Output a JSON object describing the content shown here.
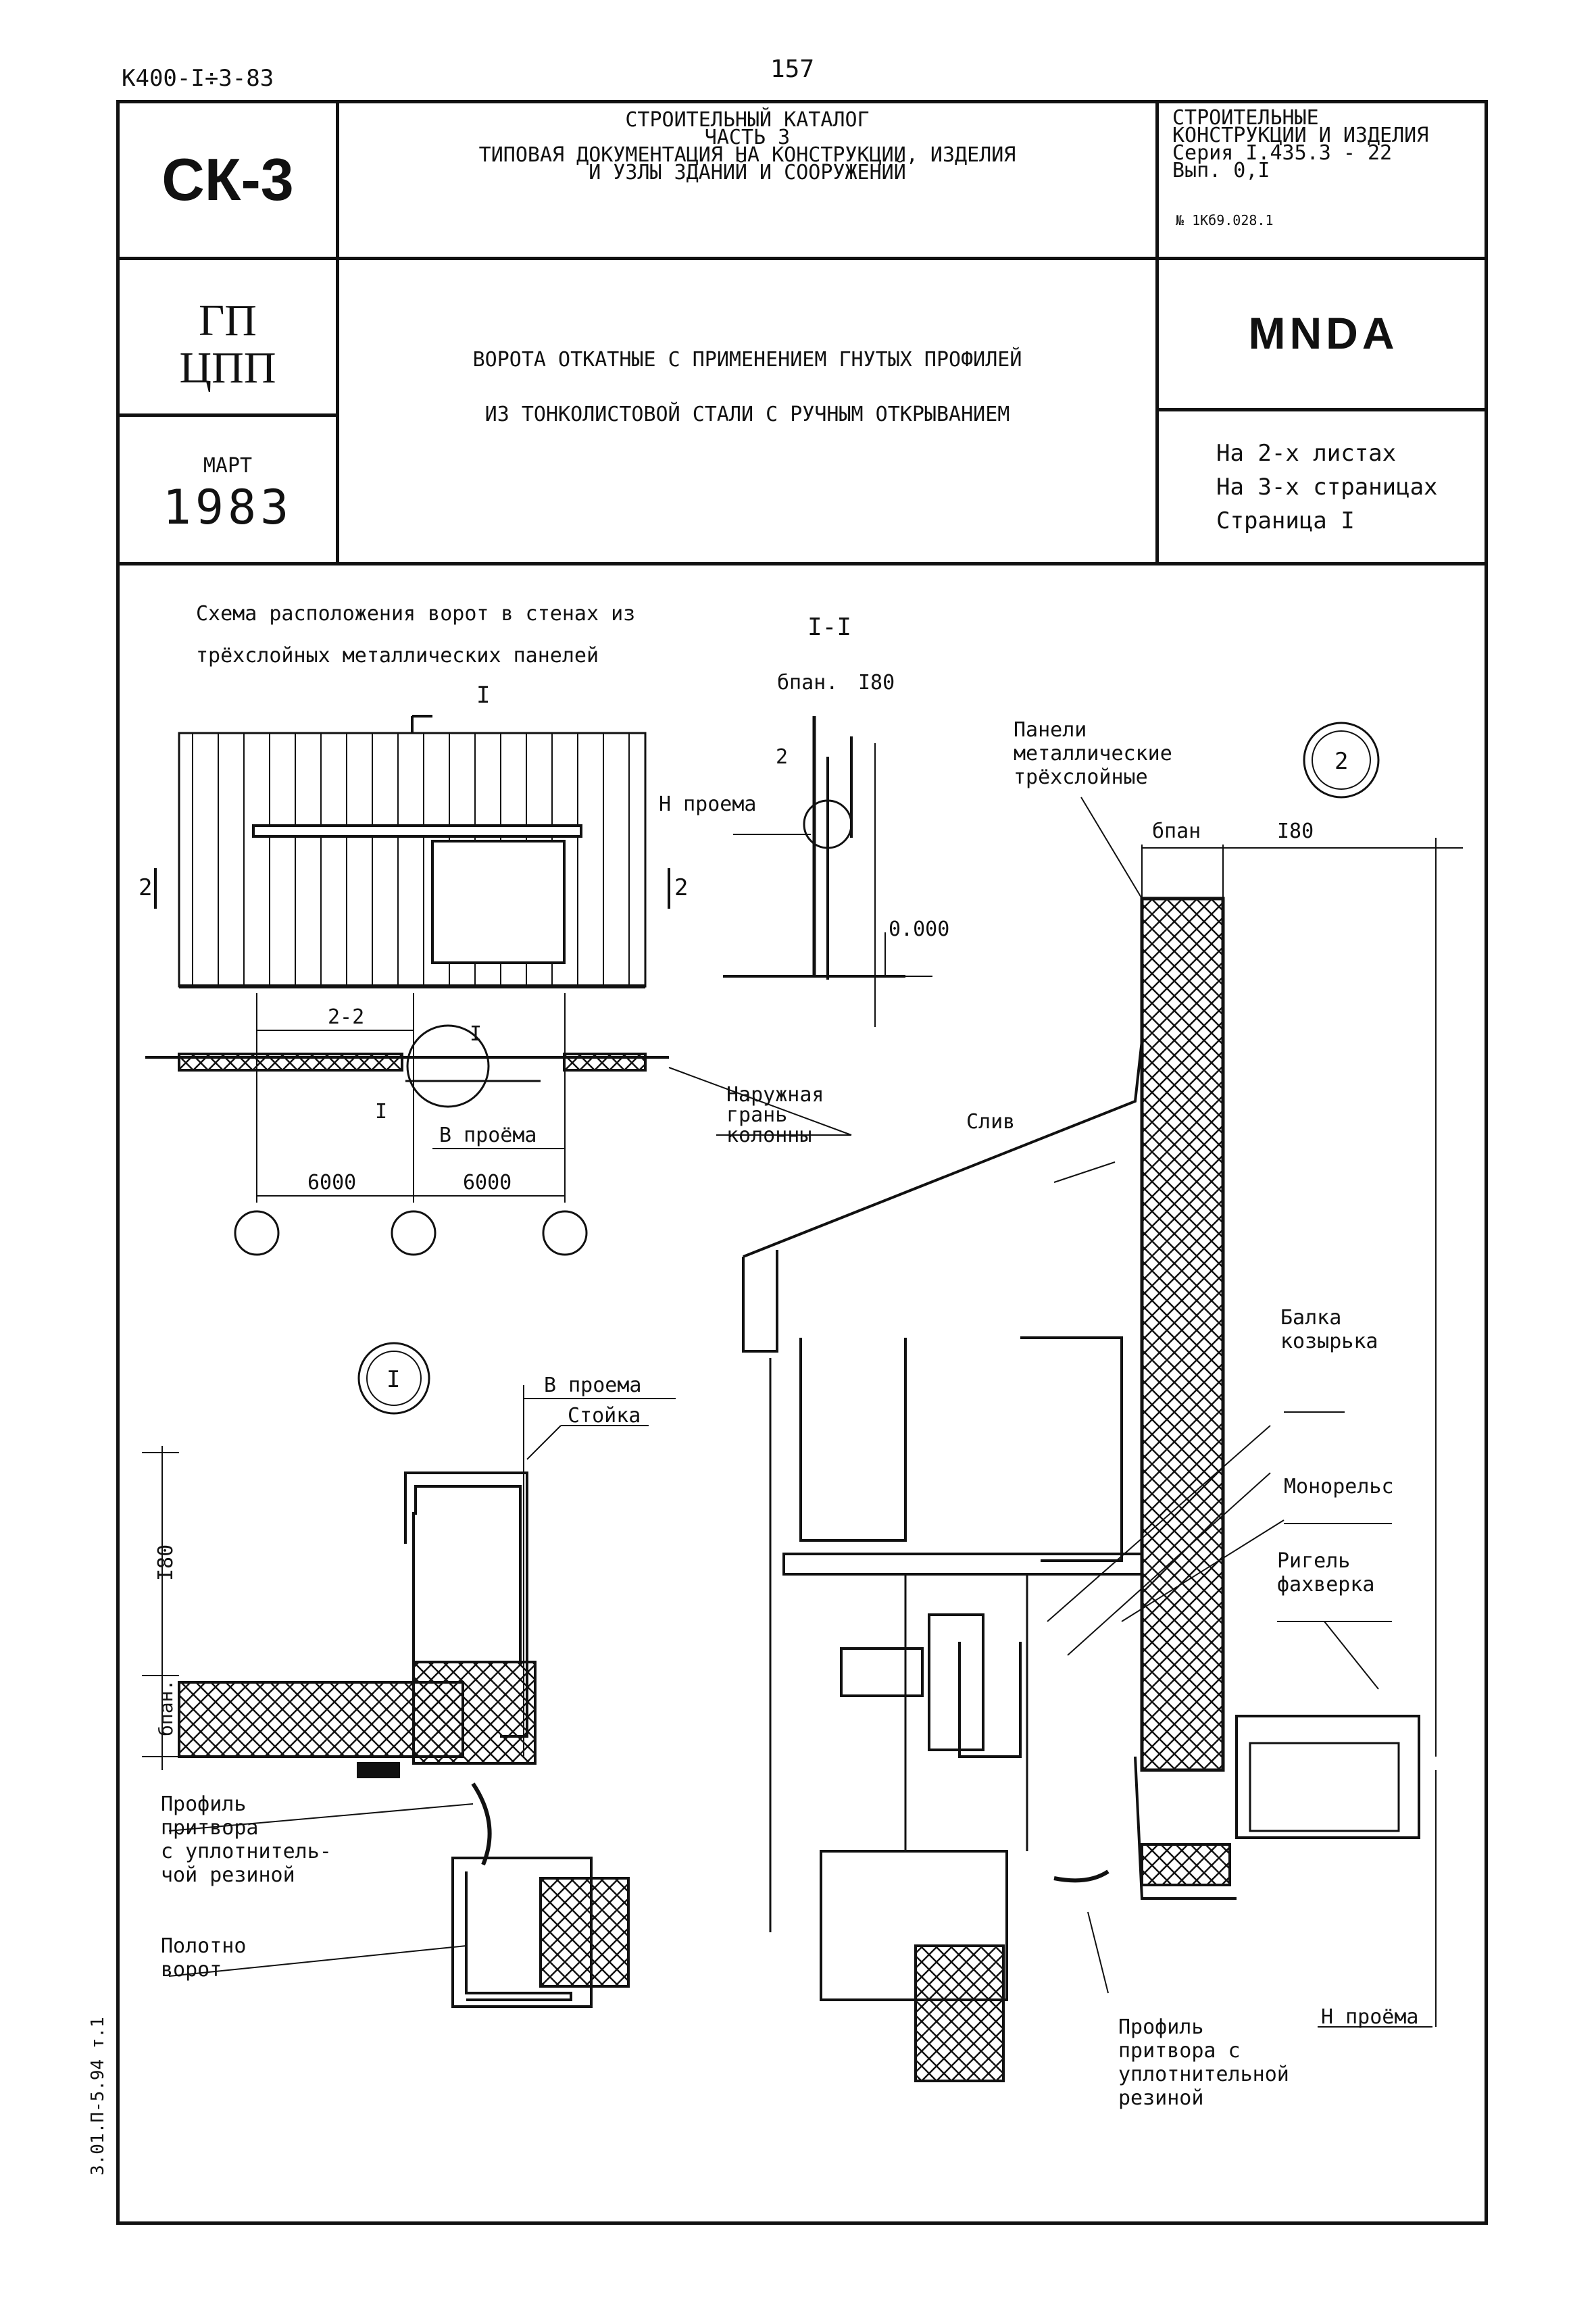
{
  "header": {
    "doc_code": "К400-I÷3-83",
    "page_number": "157"
  },
  "title_block": {
    "catalog_mark": "СК-3",
    "catalog_lines": [
      "СТРОИТЕЛЬНЫЙ КАТАЛОГ",
      "ЧАСТЬ 3",
      "ТИПОВАЯ ДОКУМЕНТАЦИЯ НА КОНСТРУКЦИИ, ИЗДЕЛИЯ",
      "И УЗЛЫ ЗДАНИЙ И СООРУЖЕНИЙ"
    ],
    "series_lines": [
      "СТРОИТЕЛЬНЫЕ",
      "КОНСТРУКЦИИ И ИЗДЕЛИЯ",
      "Серия I.435.3 - 22",
      "Вып. 0,I"
    ],
    "series_small": "№ 1Кб9.028.1",
    "org_line1": "ГП",
    "org_line2": "ЦПП",
    "month": "МАРТ",
    "year": "1983",
    "doc_title_line1": "ВОРОТА ОТКАТНЫЕ С ПРИМЕНЕНИЕМ ГНУТЫХ ПРОФИЛЕЙ",
    "doc_title_line2": "ИЗ ТОНКОЛИСТОВОЙ СТАЛИ С РУЧНЫМ ОТКРЫВАНИЕМ",
    "code": "MNDA",
    "sheets": "На 2-х листах",
    "pages": "На 3-х страницах",
    "page": "Страница I"
  },
  "drawing": {
    "scheme_title_line1": "Схема расположения ворот в стенах из",
    "scheme_title_line2": "трёхслойных металлических панелей",
    "section_mark": "I-I",
    "mark_I": "I",
    "mark_2": "2",
    "mark_2_2": "2-2",
    "dim_6000": "6000",
    "v_proema": "В проёма",
    "v_proema2": "В проема",
    "h_proema": "Н проема",
    "h_proema2": "Н проёма",
    "level_0": "0.000",
    "b_pan": "бпан.",
    "b_pan2": "бпан",
    "dim_180": "I80",
    "outer_face_1": "Наружная",
    "outer_face_2": "грань",
    "outer_face_3": "колонны",
    "panels_1": "Панели",
    "panels_2": "металлические",
    "panels_3": "трёхслойные",
    "drip": "Слив",
    "beam_1": "Балка",
    "beam_2": "козырька",
    "monorail": "Монорельс",
    "rail_1": "Ригель",
    "rail_2": "фахверка",
    "post": "Стойка",
    "profile_l1": "Профиль",
    "profile_l2": "притвора",
    "profile_l3": "с уплотнитель-",
    "profile_l4": "чой резиной",
    "leaf_1": "Полотно",
    "leaf_2": "ворот",
    "profile_r1": "Профиль",
    "profile_r2": "притвора с",
    "profile_r3": "уплотнительной",
    "profile_r4": "резиной",
    "detail_I": "I",
    "detail_2": "2"
  },
  "side_stamp": "3.01.П-5.94 т.1"
}
